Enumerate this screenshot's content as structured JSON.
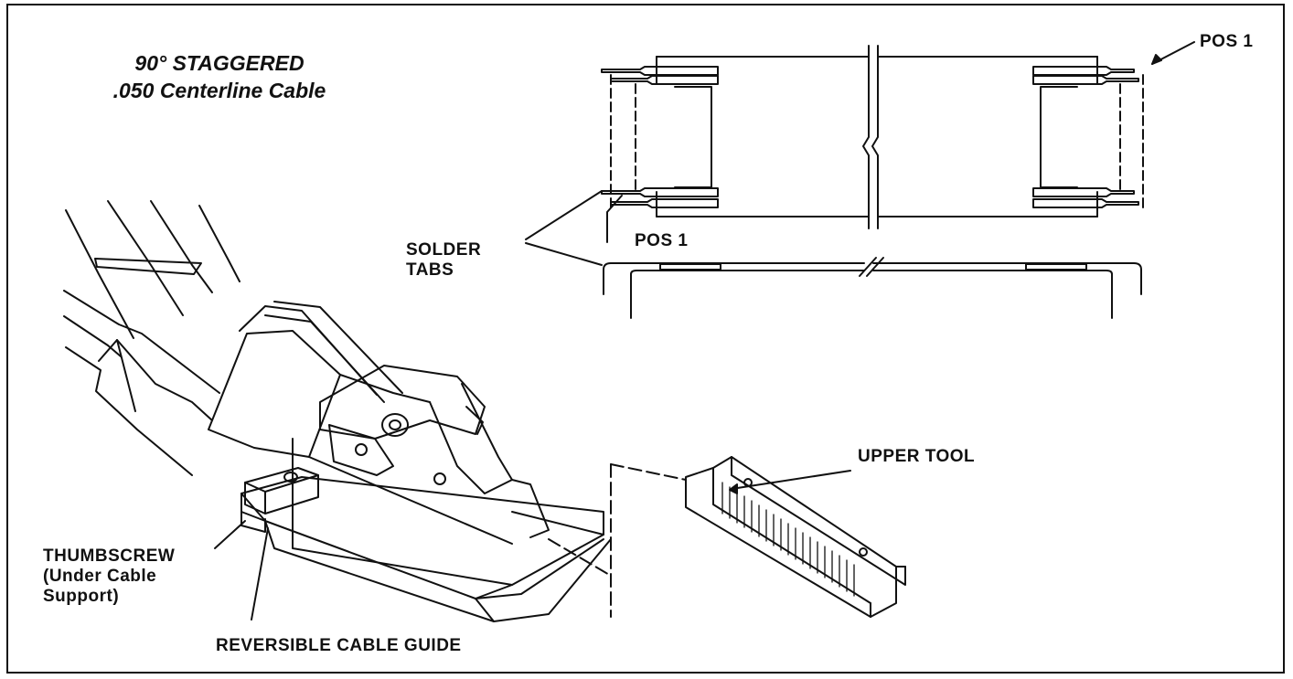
{
  "title": {
    "line1": "90° STAGGERED",
    "line2": ".050 Centerline Cable"
  },
  "labels": {
    "pos1_top": "POS 1",
    "pos1_bottom": "POS 1",
    "solder_tabs_line1": "SOLDER",
    "solder_tabs_line2": "TABS",
    "upper_tool": "UPPER TOOL",
    "thumbscrew_line1": "THUMBSCREW",
    "thumbscrew_line2": "(Under Cable",
    "thumbscrew_line3": "Support)",
    "reversible_cable_guide": "REVERSIBLE CABLE GUIDE"
  }
}
